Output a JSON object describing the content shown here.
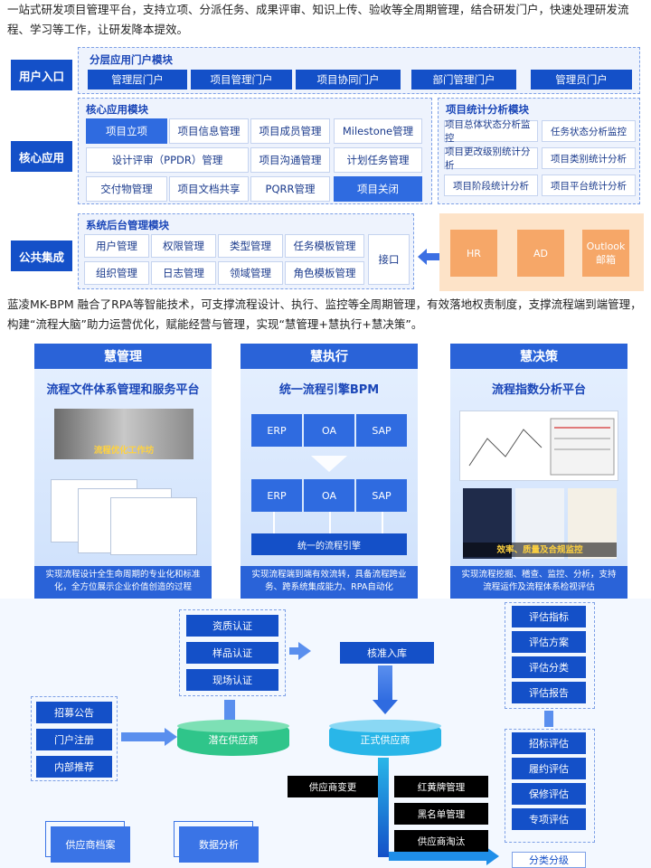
{
  "intro_text": "一站式研发项目管理平台，支持立项、分派任务、成果评审、知识上传、验收等全周期管理，结合研发门户，快速处理研发流程、学习等工作，让研发降本提效。",
  "layers": {
    "user_entry": "用户入口",
    "core": "核心应用",
    "public": "公共集成"
  },
  "portal_module": {
    "title": "分层应用门户模块",
    "items": [
      "管理层门户",
      "项目管理门户",
      "项目协同门户",
      "部门管理门户",
      "管理员门户"
    ]
  },
  "core_module": {
    "title": "核心应用模块",
    "items": [
      "项目立项",
      "项目信息管理",
      "项目成员管理",
      "Milestone管理",
      "设计评审（PPDR）管理",
      "项目沟通管理",
      "计划任务管理",
      "交付物管理",
      "项目文档共享",
      "PQRR管理",
      "项目关闭"
    ]
  },
  "stats_module": {
    "title": "项目统计分析模块",
    "items": [
      "项目总体状态分析监控",
      "任务状态分析监控",
      "项目更改级别统计分析",
      "项目类别统计分析",
      "项目阶段统计分析",
      "项目平台统计分析"
    ]
  },
  "backend_module": {
    "title": "系统后台管理模块",
    "items": [
      "用户管理",
      "权限管理",
      "类型管理",
      "任务模板管理",
      "组织管理",
      "日志管理",
      "领域管理",
      "角色模板管理"
    ],
    "interface": "接口"
  },
  "external": [
    "HR",
    "AD",
    "Outlook邮箱"
  ],
  "description2": "蓝凌MK-BPM 融合了RPA等智能技术，可支撑流程设计、执行、监控等全周期管理，有效落地权责制度，支撑流程端到端管理，构建“流程大脑”助力运营优化，赋能经营与管理，实现“慧管理+慧执行+慧决策”。",
  "cards": [
    {
      "title": "慧管理",
      "subtitle": "流程文件体系管理和服务平台",
      "banner": "流程优化工作坊",
      "footer": "实现流程设计全生命周期的专业化和标准化，全方位展示企业价值创造的过程"
    },
    {
      "title": "慧执行",
      "subtitle": "统一流程引擎BPM",
      "systems": [
        "ERP",
        "OA",
        "SAP"
      ],
      "engine": "统一的流程引擎",
      "footer": "实现流程端到端有效流转，具备流程跨业务、跨系统集成能力、RPA自动化"
    },
    {
      "title": "慧决策",
      "subtitle": "流程指数分析平台",
      "banner": "效率、质量及合规监控",
      "footer": "实现流程挖掘、稽查、监控、分析，支持流程运作及流程体系检视评估"
    }
  ],
  "supplier": {
    "certifications": [
      "资质认证",
      "样品认证",
      "现场认证"
    ],
    "sources": [
      "招募公告",
      "门户注册",
      "内部推荐"
    ],
    "potential": "潜在供应商",
    "approve": "核准入库",
    "formal": "正式供应商",
    "actions_left": [
      "供应商变更"
    ],
    "actions_right": [
      "红黄牌管理",
      "黑名单管理",
      "供应商淘汰"
    ],
    "files": [
      "供应商档案",
      "数据分析"
    ],
    "eval_top": [
      "评估指标",
      "评估方案",
      "评估分类",
      "评估报告"
    ],
    "eval_bottom": [
      "招标评估",
      "履约评估",
      "保修评估",
      "专项评估"
    ],
    "classify": "分类分级"
  },
  "colors": {
    "primary": "#1450c8",
    "orange": "#f6a768",
    "green": "#2fc58a",
    "cyan": "#29b6e8"
  }
}
